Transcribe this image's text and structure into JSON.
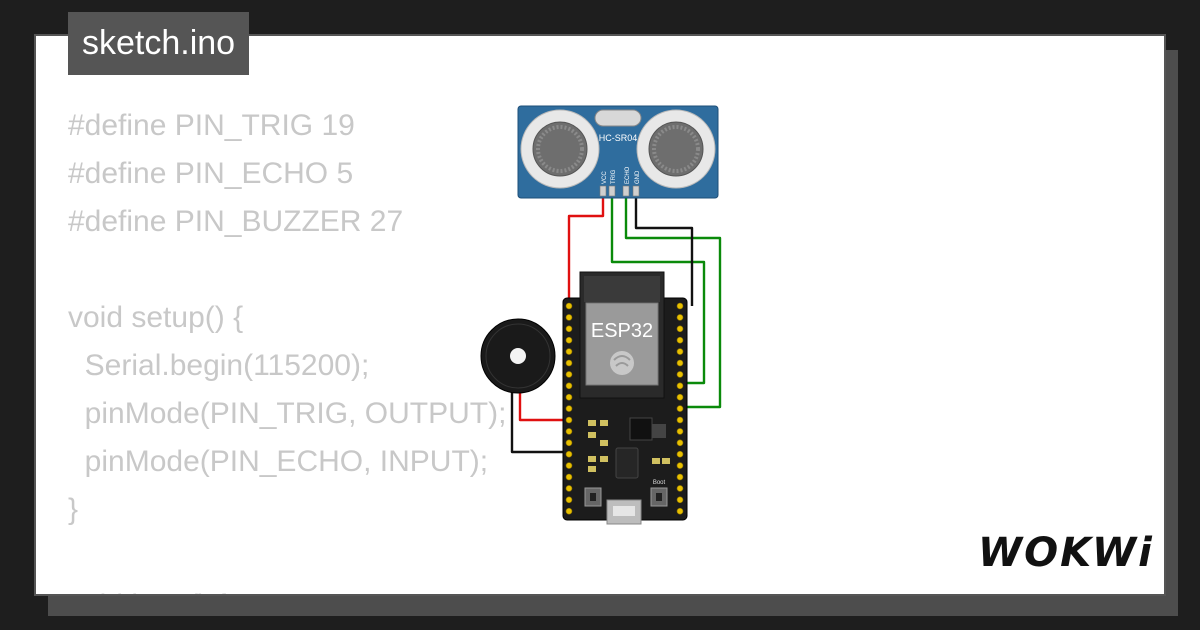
{
  "filename": "sketch.ino",
  "code_lines": [
    "#define PIN_TRIG 19",
    "#define PIN_ECHO 5",
    "#define PIN_BUZZER 27",
    "",
    "void setup() {",
    "  Serial.begin(115200);",
    "  pinMode(PIN_TRIG, OUTPUT);",
    "  pinMode(PIN_ECHO, INPUT);",
    "}",
    "",
    "void loop() {"
  ],
  "sensor": {
    "model": "HC-SR04",
    "pins": [
      "VCC",
      "TRIG",
      "ECHO",
      "GND"
    ]
  },
  "board": {
    "label": "ESP32",
    "button_label": "Boot"
  },
  "logo": "WOKWi",
  "colors": {
    "background": "#1e1e1e",
    "card": "#ffffff",
    "tab": "#555555",
    "code_text": "#c8c8c8",
    "sensor_pcb": "#2f6d9e",
    "board": "#1c1c1c",
    "wire_red": "#e01010",
    "wire_green": "#0a8a0a",
    "wire_black": "#111111"
  }
}
